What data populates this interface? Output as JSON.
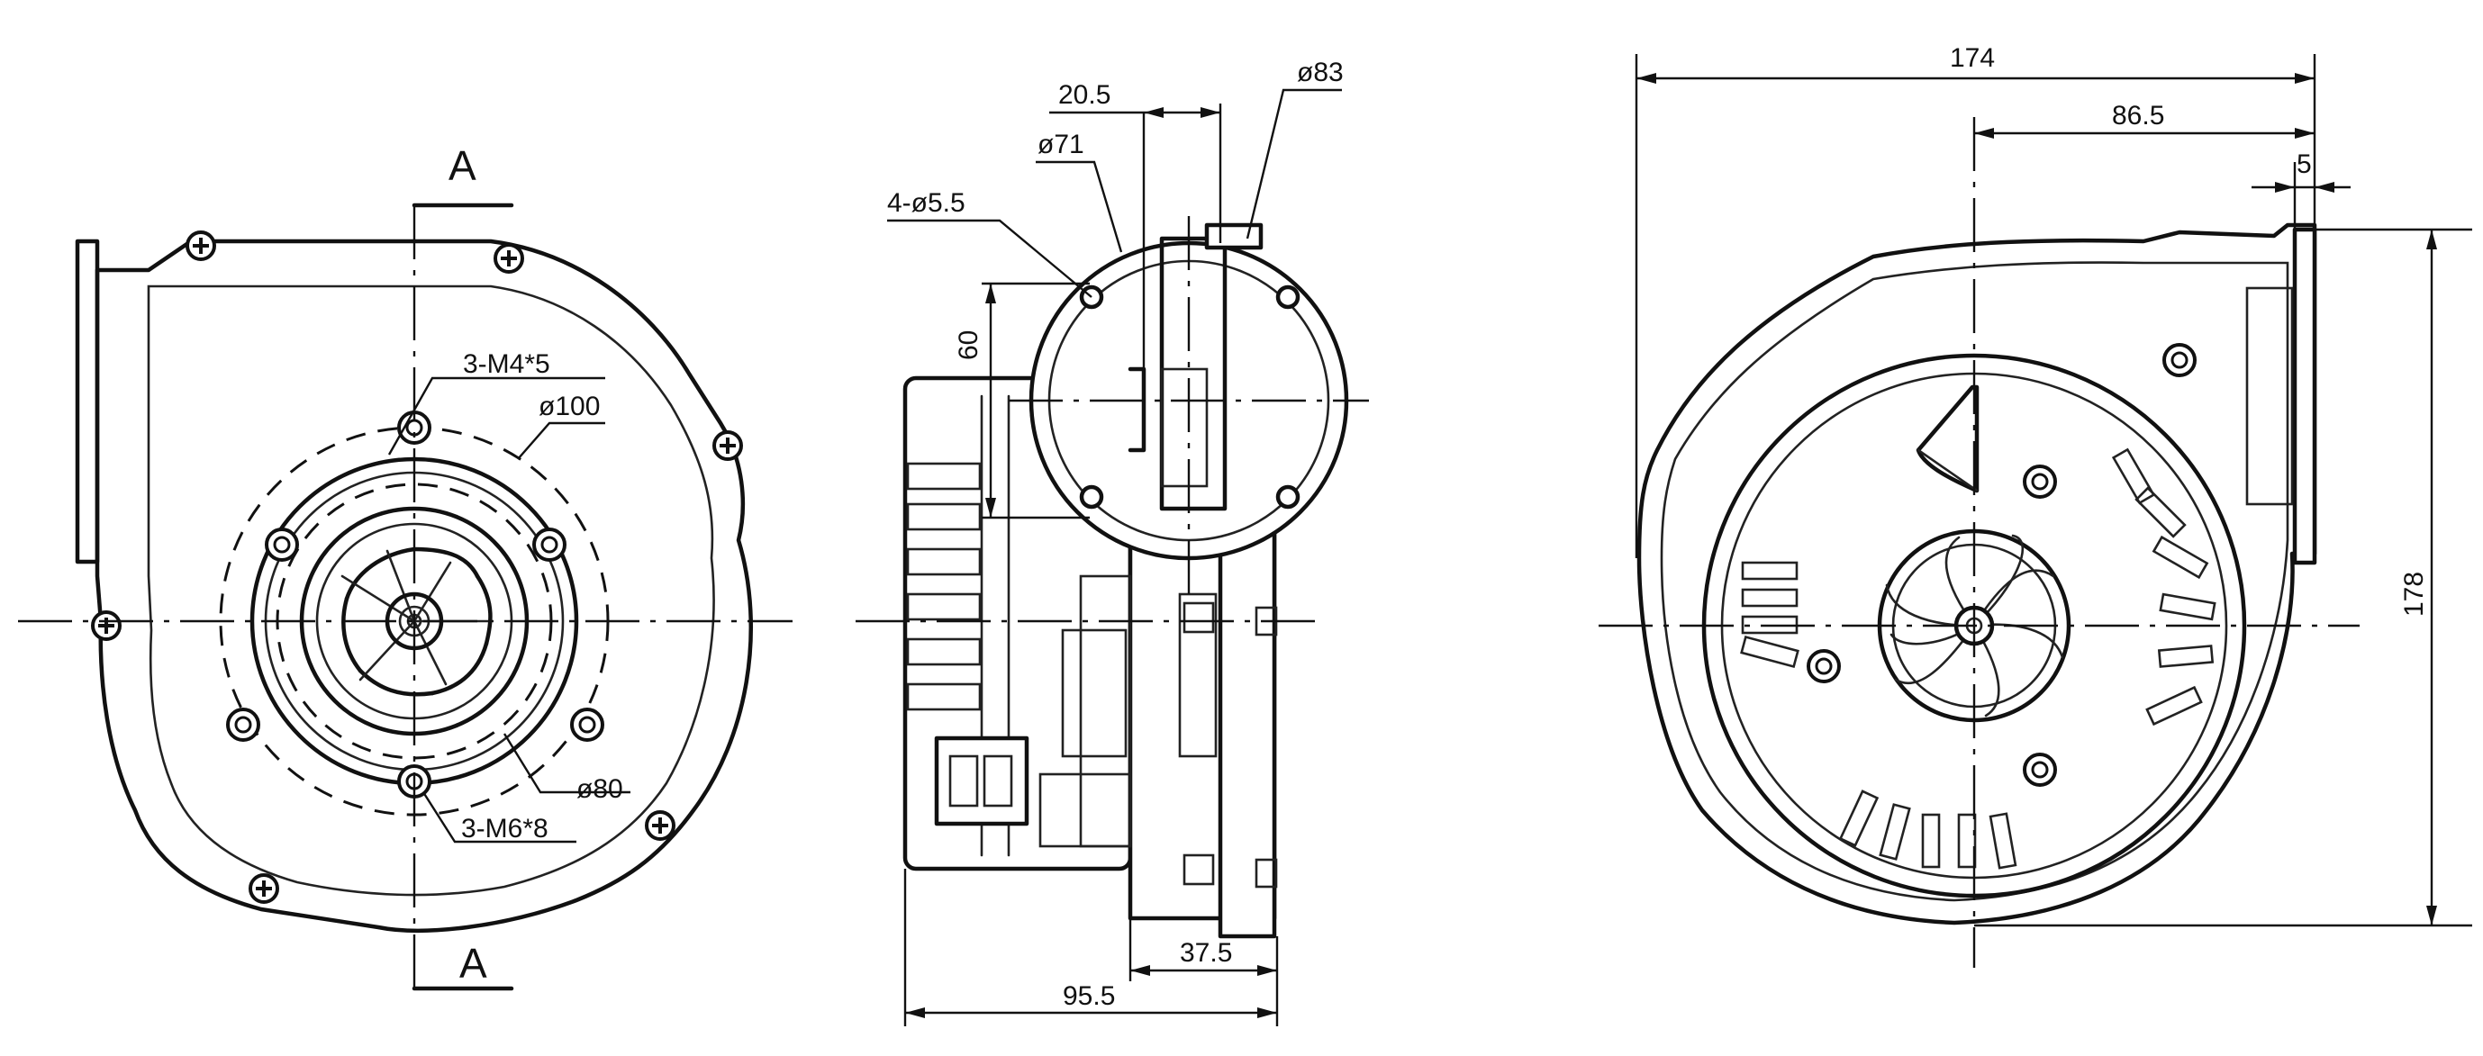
{
  "front_view": {
    "section_top": "A",
    "section_bottom": "A",
    "label_tap_top": "3-M4*5",
    "label_dia_outer": "ø100",
    "label_dia_inner": "ø80",
    "label_tap_bottom": "3-M6*8"
  },
  "side_view": {
    "dim_offset": "20.5",
    "dim_flange_dia": "ø83",
    "dim_inner_dia": "ø71",
    "dim_holes": "4-ø5.5",
    "dim_height": "60",
    "dim_motor": "37.5",
    "dim_overall": "95.5"
  },
  "rear_view": {
    "dim_width": "174",
    "dim_half": "86.5",
    "dim_flange": "5",
    "dim_height": "178"
  }
}
